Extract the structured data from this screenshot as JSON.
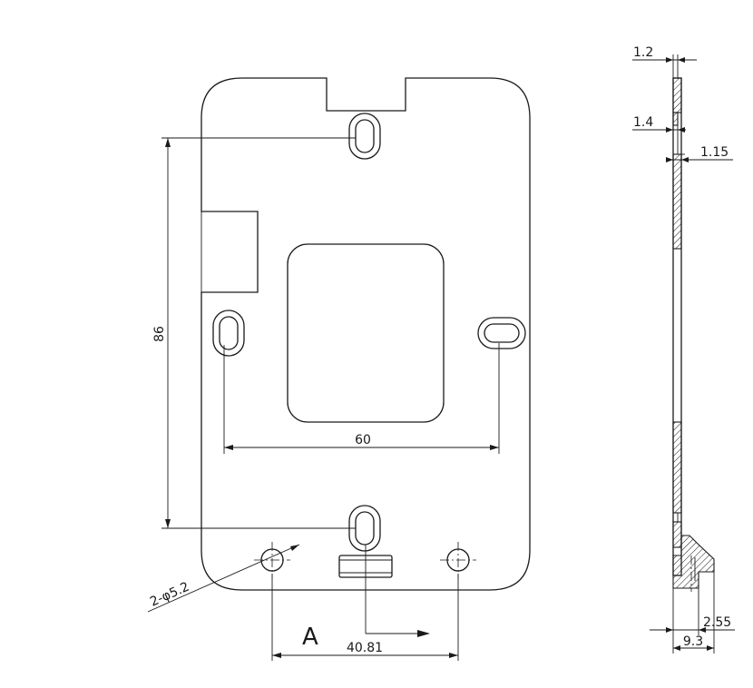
{
  "dimensions": {
    "width_60": "60",
    "height_86": "86",
    "hole_spacing": "40.81",
    "hole_callout": "2-φ5.2",
    "section_marker": "A",
    "thickness_top": "1.2",
    "step_1_4": "1.4",
    "step_1_15": "1.15",
    "boss_width": "2.55",
    "overall_depth": "9.3"
  }
}
